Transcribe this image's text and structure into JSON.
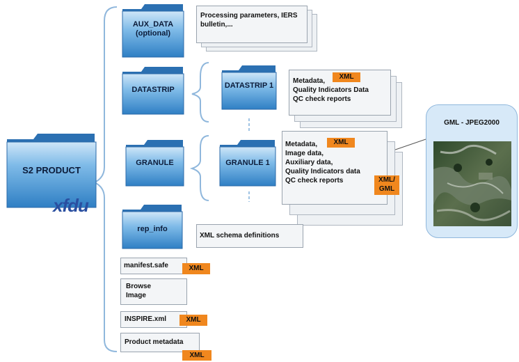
{
  "folders": {
    "s2_product": "S2 PRODUCT",
    "aux_data": "AUX_DATA\n(optional)",
    "datastrip": "DATASTRIP",
    "datastrip_1": "DATASTRIP 1",
    "granule": "GRANULE",
    "granule_1": "GRANULE 1",
    "rep_info": "rep_info"
  },
  "logo": "xfdu",
  "documents": {
    "aux_data_doc": "Processing parameters, IERS\nbulletin,...",
    "datastrip_doc": "Metadata,\nQuality Indicators Data\nQC check reports",
    "granule_doc": "Metadata,\nImage data,\nAuxiliary data,\nQuality Indicators data\nQC check reports",
    "rep_info_doc": "XML schema definitions",
    "manifest": "manifest.safe",
    "browse": "Browse\nImage",
    "inspire": "INSPIRE.xml",
    "product_metadata": "Product metadata"
  },
  "tags": {
    "datastrip_xml": "XML",
    "granule_xml": "XML",
    "granule_xml_gml": "XML/\nGML",
    "manifest_xml": "XML",
    "inspire_xml": "XML",
    "product_metadata_xml": "XML"
  },
  "callout": {
    "title": "GML - JPEG2000"
  },
  "colors": {
    "folder_blue": "#3f8fd0",
    "folder_light": "#9cccef",
    "tag_orange": "#f0871e",
    "brace": "#8fb7dc"
  }
}
